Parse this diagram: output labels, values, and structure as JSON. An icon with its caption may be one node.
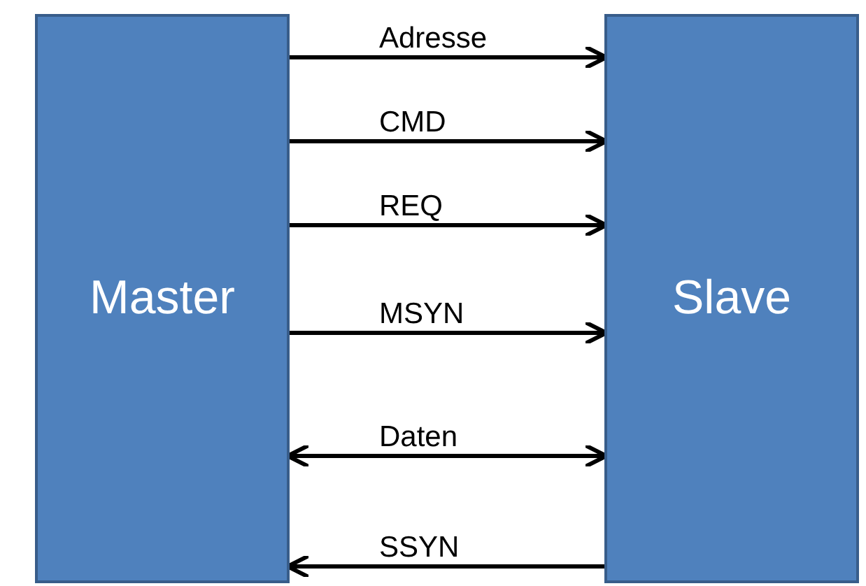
{
  "diagram": {
    "nodes": [
      {
        "text": [
          "Master"
        ]
      },
      {
        "text": [
          "Slave"
        ]
      }
    ],
    "edges": [
      {
        "from": 0,
        "to": 1,
        "arrow": "to",
        "label": "Adresse"
      },
      {
        "from": 0,
        "to": 1,
        "arrow": "to",
        "label": "CMD"
      },
      {
        "from": 0,
        "to": 1,
        "arrow": "to",
        "label": "REQ"
      },
      {
        "from": 0,
        "to": 1,
        "arrow": "to",
        "label": "MSYN"
      },
      {
        "from": 0,
        "to": 1,
        "arrow": "both",
        "label": "Daten"
      },
      {
        "from": 1,
        "to": 0,
        "arrow": "to",
        "label": "SSYN"
      }
    ]
  }
}
